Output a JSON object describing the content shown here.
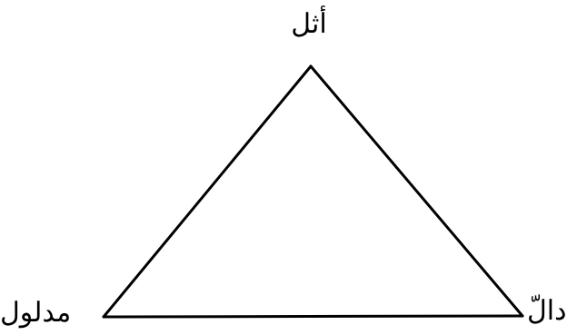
{
  "diagram": {
    "labels": {
      "top": "أثل",
      "left": "مدلول",
      "right": "دالّ"
    },
    "colors": {
      "stroke": "#000000",
      "background": "#ffffff"
    }
  }
}
